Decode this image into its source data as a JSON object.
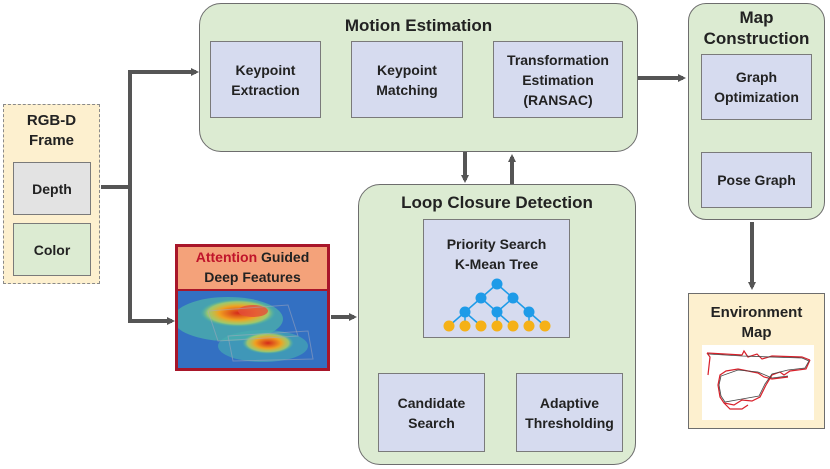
{
  "rgbd": {
    "title": "RGB-D\nFrame",
    "depth": "Depth",
    "color": "Color"
  },
  "attention": {
    "word1": "Attention",
    "word2": " Guided",
    "line2": "Deep Features"
  },
  "motion": {
    "title": "Motion Estimation",
    "keypoint_extraction": "Keypoint\nExtraction",
    "keypoint_matching": "Keypoint\nMatching",
    "transformation": "Transformation\nEstimation\n(RANSAC)"
  },
  "map_construction": {
    "title": "Map\nConstruction",
    "graph_opt": "Graph\nOptimization",
    "pose_graph": "Pose Graph"
  },
  "loop": {
    "title": "Loop Closure Detection",
    "priority": "Priority Search\nK-Mean Tree",
    "candidate": "Candidate\nSearch",
    "adaptive": "Adaptive\nThresholding"
  },
  "env_map": {
    "title": "Environment\nMap"
  },
  "colors": {
    "group_fill": "#dcebd2",
    "box_fill": "#d6dbef",
    "frame_fill": "#fdf0cf",
    "attention_red": "#a8162a",
    "tree_blue": "#1e9be8",
    "tree_orange": "#f5b117"
  }
}
